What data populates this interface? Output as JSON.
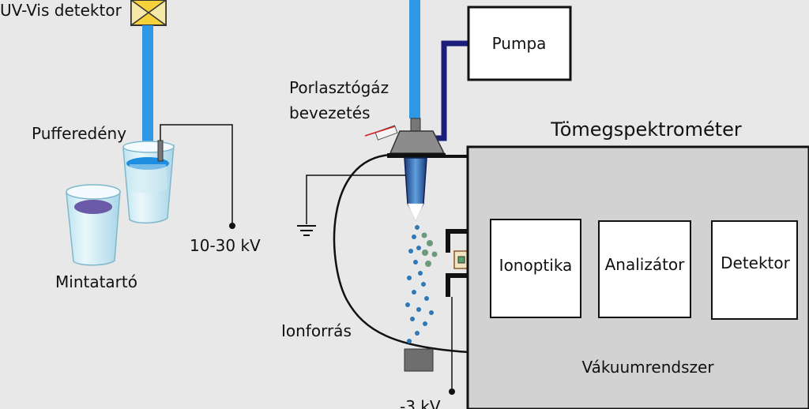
{
  "labels": {
    "uv_detector": "UV-Vis detektor",
    "buffer_vessel": "Pufferedény",
    "sample_holder": "Mintatartó",
    "voltage_high": "10-30 kV",
    "nebulizer_line1": "Porlasztógáz",
    "nebulizer_line2": "bevezetés",
    "pump": "Pumpa",
    "mass_spectrometer": "Tömegspektrométer",
    "ion_optics": "Ionoptika",
    "analyzer": "Analizátor",
    "detector": "Detektor",
    "vacuum_system": "Vákuumrendszer",
    "ion_source": "Ionforrás",
    "voltage_low": "-3 kV"
  },
  "colors": {
    "background": "#e8e8e8",
    "capillary": "#2f98e6",
    "pump_line": "#1c1c7a",
    "liquid_blue": "#1e8fe0",
    "sample_liquid": "#6a5aa8",
    "cup": "#cfe9f2",
    "ms_box": "#d2d2d2",
    "droplet_green": "#6b9a7a",
    "droplet_blue": "#2f78b8"
  }
}
